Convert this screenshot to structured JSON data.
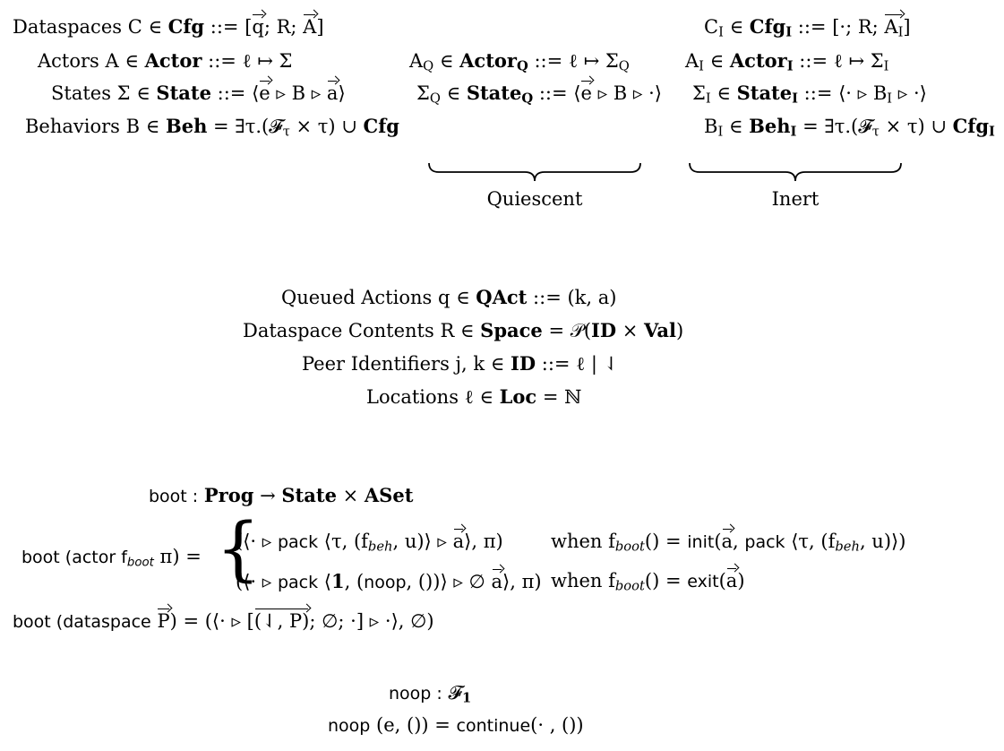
{
  "grammar": {
    "left": [
      {
        "label": "Dataspaces",
        "sym": "C",
        "set": "Cfg",
        "op": "::=",
        "rhs": "[q⃗; R; A⃗]"
      },
      {
        "label": "Actors",
        "sym": "A",
        "set": "Actor",
        "op": "::=",
        "rhs": "ℓ ↦ Σ"
      },
      {
        "label": "States",
        "sym": "Σ",
        "set": "State",
        "op": "::=",
        "rhs": "⟨e⃗ ▹ B ▹ a⃗⟩"
      },
      {
        "label": "Behaviors",
        "sym": "B",
        "set": "Beh",
        "op": "=",
        "rhs": "∃τ.(𝓕τ × τ) ∪ Cfg"
      }
    ],
    "middle": [
      {
        "sym": "AQ",
        "set": "ActorQ",
        "op": "::=",
        "rhs": "ℓ ↦ ΣQ"
      },
      {
        "sym": "ΣQ",
        "set": "StateQ",
        "op": "::=",
        "rhs": "⟨e⃗ ▹ B ▹ ·⟩"
      }
    ],
    "right": [
      {
        "sym": "CI",
        "set": "CfgI",
        "op": "::=",
        "rhs": "[·; R; A⃗I]"
      },
      {
        "sym": "AI",
        "set": "ActorI",
        "op": "::=",
        "rhs": "ℓ ↦ ΣI"
      },
      {
        "sym": "ΣI",
        "set": "StateI",
        "op": "::=",
        "rhs": "⟨· ▹ BI ▹ ·⟩"
      },
      {
        "sym": "BI",
        "set": "BehI",
        "op": "=",
        "rhs": "∃τ.(𝓕τ × τ) ∪ CfgI"
      }
    ],
    "brace_labels": {
      "quiescent": "Quiescent",
      "inert": "Inert"
    }
  },
  "definitions": [
    {
      "label": "Queued Actions",
      "sym": "q",
      "set": "QAct",
      "op": "::=",
      "rhs": "(k, a)"
    },
    {
      "label": "Dataspace Contents",
      "sym": "R",
      "set": "Space",
      "op": "=",
      "rhs": "𝒫(ID × Val)"
    },
    {
      "label": "Peer Identifiers",
      "sym": "j, k",
      "set": "ID",
      "op": "::=",
      "rhs": "ℓ | ⇃"
    },
    {
      "label": "Locations",
      "sym": "ℓ",
      "set": "Loc",
      "op": "=",
      "rhs": "ℕ"
    }
  ],
  "boot": {
    "sig_name": "boot :",
    "sig_type": "Prog → State × ASet",
    "actor_lhs": "boot (actor f",
    "actor_case1": "(⟨· ▹ pack ⟨τ, (f_beh, u)⟩ ▹ a⃗⟩, π)",
    "actor_cond1": "when f_boot() = init(a⃗, pack ⟨τ, (f_beh, u)⟩)",
    "actor_case2": "(⟨· ▹ pack ⟨1, (noop, ())⟩ ▹ ∅ a⃗⟩, π)",
    "actor_cond2": "when f_boot() = exit(a⃗)",
    "dataspace_lhs": "boot (dataspace P⃗)",
    "dataspace_rhs": "= (⟨· ▹ [(⇃, P); ∅; ·] ▹ ·⟩, ∅)"
  },
  "noop": {
    "sig": "noop : 𝓕1",
    "def": "noop (e, ()) = continue(· , ())"
  }
}
